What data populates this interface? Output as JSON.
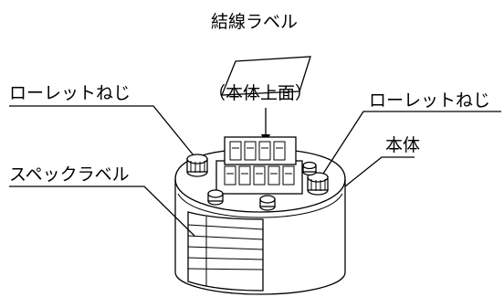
{
  "labels": {
    "wiring_label": "結線ラベル",
    "body_top": "（本体上面）",
    "knurled_screw_left": "ローレットねじ",
    "knurled_screw_right": "ローレットねじ",
    "body": "本体",
    "spec_label": "スペックラベル"
  },
  "colors": {
    "line": "#000000",
    "background": "#ffffff"
  }
}
